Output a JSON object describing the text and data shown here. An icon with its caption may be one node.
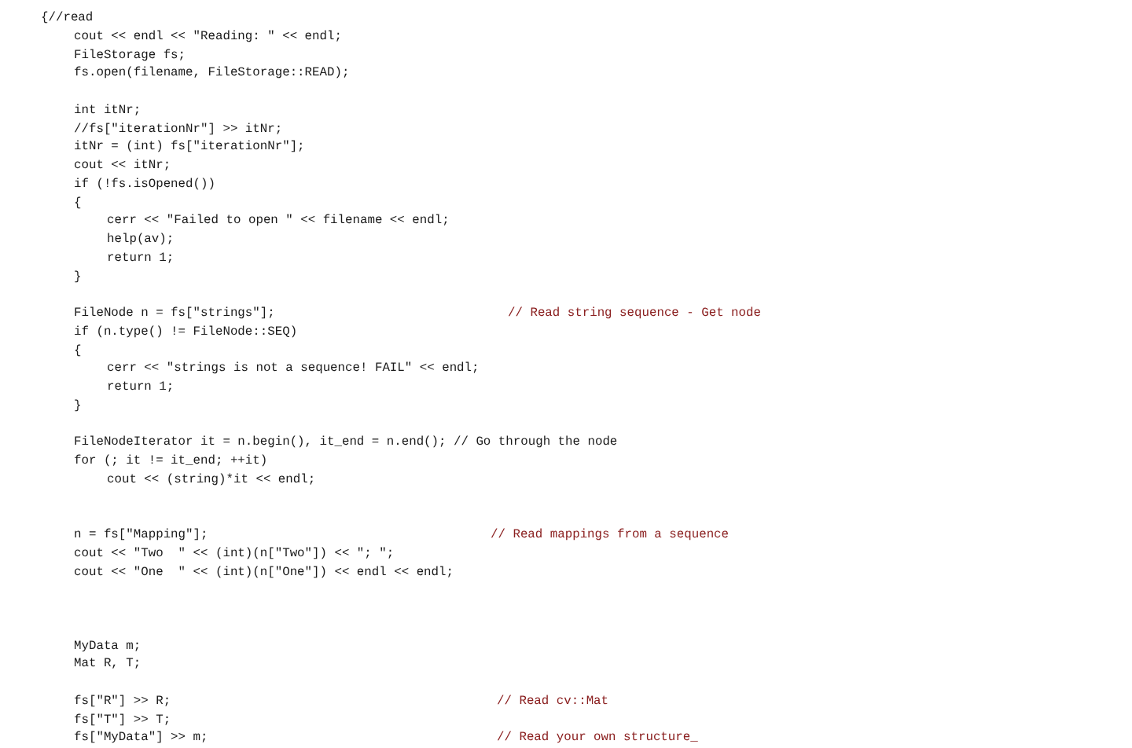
{
  "diagram": {
    "labels": [
      "{//read",
      "cout << endl << \"Reading: \" << endl;",
      "FileStorage fs;",
      "fs.open(filename, FileStorage::READ);",
      "int itNr;",
      "//fs[\"iterationNr\"] >> itNr;",
      "itNr = (int) fs[\"iterationNr\"];",
      "cout << itNr;",
      "if (!fs.isOpened())",
      "{",
      "cerr << \"Failed to open \" << filename << endl;",
      "help(av);",
      "return 1;",
      "}",
      "FileNode n = fs[\"strings\"];",
      "// Read string sequence - Get node",
      "if (n.type() != FileNode::SEQ)",
      "{",
      "cerr << \"strings is not a sequence! FAIL\" << endl;",
      "return 1;",
      "}",
      "FileNodeIterator it = n.begin(), it_end = n.end(); // Go through the node",
      "for (; it != it_end; ++it)",
      "cout << (string)*it << endl;",
      "n = fs[\"Mapping\"];",
      "// Read mappings from a sequence",
      "cout << \"Two  \" << (int)(n[\"Two\"]) << \"; \";",
      "cout << \"One  \" << (int)(n[\"One\"]) << endl << endl;",
      "MyData m;",
      "Mat R, T;",
      "fs[\"R\"] >> R;",
      "// Read cv::Mat",
      "fs[\"T\"] >> T;",
      "fs[\"MyData\"] >> m;",
      "// Read your own structure_"
    ]
  }
}
